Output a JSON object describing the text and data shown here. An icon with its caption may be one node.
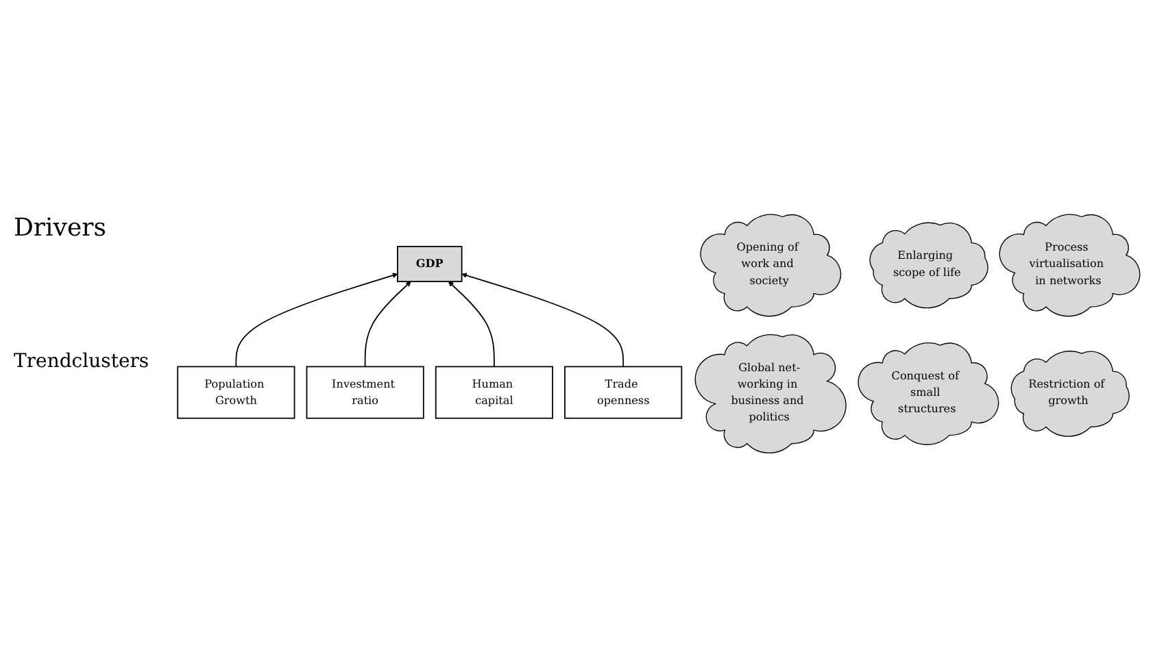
{
  "diagram": {
    "nodes": [
      {
        "text": [
          "GDP"
        ]
      },
      {
        "text": [
          "Population Growth"
        ]
      },
      {
        "text": [
          "Investment ratio"
        ]
      },
      {
        "text": [
          "Human capital"
        ]
      },
      {
        "text": [
          "Trade openness"
        ]
      },
      {
        "text": [
          "Opening of work and society"
        ]
      },
      {
        "text": [
          "Enlarging scope of life"
        ]
      },
      {
        "text": [
          "Process virtualisation in networks"
        ]
      },
      {
        "text": [
          "Global net-working in business and politics"
        ]
      },
      {
        "text": [
          "Conquest of small structures"
        ]
      },
      {
        "text": [
          "Restriction of growth"
        ]
      }
    ],
    "edges": [
      {
        "from": 1,
        "to": 0,
        "arrow": "to"
      },
      {
        "from": 2,
        "to": 0,
        "arrow": "to"
      },
      {
        "from": 3,
        "to": 0,
        "arrow": "to"
      },
      {
        "from": 4,
        "to": 0,
        "arrow": "to"
      }
    ],
    "labels": [
      "Drivers",
      "Trendclusters"
    ]
  }
}
